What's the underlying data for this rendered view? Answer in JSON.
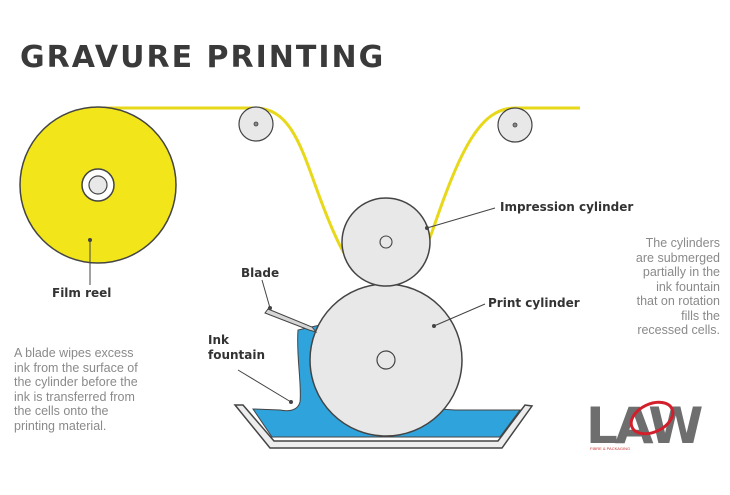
{
  "title": "GRAVURE PRINTING",
  "labels": {
    "film_reel": "Film reel",
    "impression_cylinder": "Impression cylinder",
    "print_cylinder": "Print cylinder",
    "blade": "Blade",
    "ink_fountain_line1": "Ink",
    "ink_fountain_line2": "fountain"
  },
  "notes": {
    "left": [
      "A blade wipes excess",
      "ink from the surface of",
      "the cylinder before the",
      "ink is transferred from",
      "the cells onto the",
      "printing material."
    ],
    "right": [
      "The cylinders",
      "are submerged",
      "partially in the",
      "ink fountain",
      "that on rotation",
      "fills the",
      "recessed cells."
    ]
  },
  "logo": {
    "text": "LAW",
    "subtext": "FIBRE & PACKAGING"
  },
  "colors": {
    "film": "#f2e61a",
    "film_line": "#e8d81a",
    "ink": "#2fa3dc",
    "cylinder_fill": "#e8e8e8",
    "outline": "#444444",
    "logo_grey": "#6e6e6e",
    "logo_red": "#d21f2b"
  }
}
